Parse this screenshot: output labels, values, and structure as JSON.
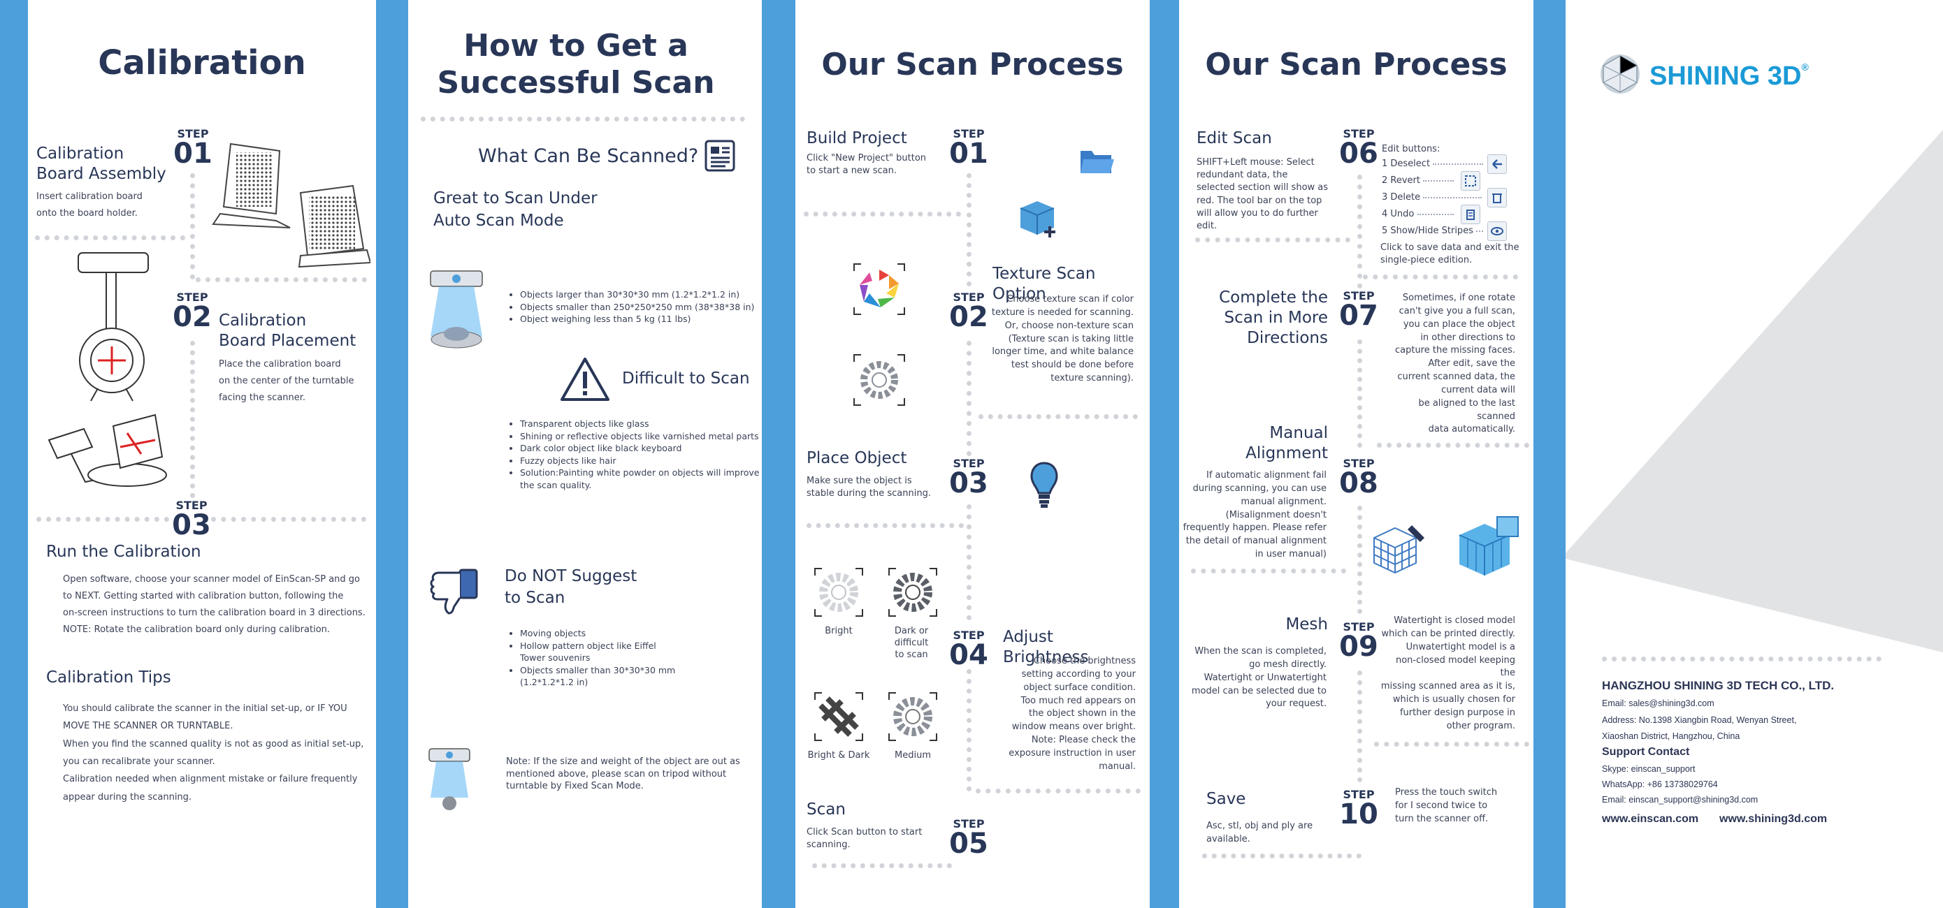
{
  "colors": {
    "band": "#4d9fdb",
    "heading": "#283657",
    "brand": "#1a9ad6"
  },
  "panel1": {
    "title": "Calibration",
    "step01": {
      "label": "STEP",
      "num": "01",
      "heading": "Calibration Board Assembly",
      "text": [
        "Insert calibration board",
        "onto the board holder."
      ]
    },
    "step02": {
      "label": "STEP",
      "num": "02",
      "heading": "Calibration Board Placement",
      "text": [
        "Place the calibration board",
        "on the center of the turntable",
        "facing the scanner."
      ]
    },
    "step03": {
      "label": "STEP",
      "num": "03",
      "heading": "Run the Calibration",
      "text": [
        "Open software, choose your scanner model of EinScan-SP and go",
        "to NEXT. Getting started with calibration button, following the",
        "on-screen instructions to turn the calibration board in 3 directions.",
        "NOTE: Rotate the calibration board only during calibration."
      ]
    },
    "tips": {
      "heading": "Calibration Tips",
      "text": [
        "You should calibrate the scanner in the initial set-up, or IF YOU",
        "MOVE THE SCANNER OR TURNTABLE.",
        "When you find the scanned quality is not as good as initial set-up,",
        "you can recalibrate your scanner.",
        "Calibration needed when alignment mistake or failure frequently",
        "appear during the scanning."
      ]
    }
  },
  "panel2": {
    "title_line1": "How to Get a",
    "title_line2": "Successful Scan",
    "what": {
      "heading": "What Can Be Scanned?",
      "icon": "document-icon"
    },
    "great": {
      "heading_line1": "Great to Scan Under",
      "heading_line2": "Auto Scan Mode",
      "items": [
        "Objects larger than 30*30*30 mm (1.2*1.2*1.2 in)",
        "Objects smaller than 250*250*250 mm (38*38*38 in)",
        "Object weighing less than 5 kg (11 lbs)"
      ]
    },
    "difficult": {
      "heading": "Difficult to Scan",
      "items": [
        "Transparent objects like glass",
        "Shining or reflective objects like varnished metal parts",
        "Dark color object like black keyboard",
        "Fuzzy objects like hair",
        "Solution:Painting white powder on objects will improve the scan quality."
      ]
    },
    "donot": {
      "heading_line1": "Do NOT Suggest",
      "heading_line2": "to Scan",
      "items": [
        "Moving objects",
        "Hollow pattern object like Eiffel Tower souvenirs",
        "Objects smaller than 30*30*30 mm (1.2*1.2*1.2 in)"
      ]
    },
    "note": [
      "Note: If the size and weight of the object are out as",
      "mentioned above, please scan on tripod without",
      "turntable by Fixed Scan Mode."
    ]
  },
  "panel3": {
    "title": "Our Scan Process",
    "step01": {
      "label": "STEP",
      "num": "01",
      "heading": "Build Project",
      "text": [
        "Click \"New Project\" button",
        "to start a new scan."
      ]
    },
    "step02": {
      "label": "STEP",
      "num": "02",
      "heading": "Texture Scan Option",
      "text": [
        "Choose texture scan if color",
        "texture is needed for scanning.",
        "Or, choose non-texture scan",
        "(Texture scan is taking little",
        "longer time, and white balance",
        "test should be done before",
        "texture scanning)."
      ]
    },
    "step03": {
      "label": "STEP",
      "num": "03",
      "heading": "Place Object",
      "text": [
        "Make sure the object is",
        "stable during the scanning."
      ]
    },
    "step04": {
      "label": "STEP",
      "num": "04",
      "heading": "Adjust Brightness",
      "text": [
        "Choose the brightness",
        "setting according to your",
        "object surface condition.",
        "Too much red appears on",
        "the object shown in the",
        "window means over bright.",
        "Note: Please check the",
        "exposure instruction in user",
        "manual."
      ],
      "captions": {
        "bright": "Bright",
        "dark": "Dark or difficult to scan",
        "brightdark": "Bright & Dark",
        "medium": "Medium"
      }
    },
    "step05": {
      "label": "STEP",
      "num": "05",
      "heading": "Scan",
      "text": [
        "Click Scan button to start",
        "scanning."
      ]
    }
  },
  "panel4": {
    "title": "Our Scan Process",
    "step06": {
      "label": "STEP",
      "num": "06",
      "heading": "Edit Scan",
      "text": [
        "SHIFT+Left mouse: Select",
        "redundant data, the",
        "selected section will show as",
        "red. The tool bar on the top",
        "will allow you to do further",
        "edit."
      ],
      "buttons_title": "Edit buttons:",
      "buttons": [
        "1 Deselect",
        "2 Revert",
        "3 Delete",
        "4 Undo",
        "5 Show/Hide Stripes"
      ],
      "after": [
        "Click to save data and exit the",
        "single-piece edition."
      ]
    },
    "step07": {
      "label": "STEP",
      "num": "07",
      "heading_lines": [
        "Complete the",
        "Scan in More",
        "Directions"
      ],
      "text": [
        "Sometimes, if one rotate",
        "can't give you a full scan,",
        "you can place the object",
        "in other directions to",
        "capture the missing faces.",
        "After edit, save the",
        "current scanned data, the",
        "current  data will",
        "be aligned to the last scanned",
        "data automatically."
      ]
    },
    "step08": {
      "label": "STEP",
      "num": "08",
      "heading_lines": [
        "Manual",
        "Alignment"
      ],
      "text": [
        "If automatic alignment fail",
        "during scanning, you can use",
        "manual alignment.",
        "(Misalignment doesn't",
        "frequently happen. Please refer",
        "the detail of manual alignment",
        "in user manual)"
      ]
    },
    "step09": {
      "label": "STEP",
      "num": "09",
      "heading": "Mesh",
      "text_left": [
        "When the scan is completed,",
        "go mesh directly.",
        "Watertight or Unwatertight",
        "model can be selected due to",
        "your request."
      ],
      "text_right": [
        "Watertight is closed model",
        "which can be printed directly.",
        "Unwatertight model is a",
        "non-closed model keeping the",
        "missing scanned area as it is,",
        "which is usually chosen for",
        "further design purpose in",
        "other program."
      ]
    },
    "step10": {
      "label": "STEP",
      "num": "10",
      "heading": "Save",
      "text_left": [
        "Asc, stl, obj and ply are",
        "available."
      ],
      "text_right": [
        "Press the touch switch",
        "for I second twice to",
        "turn the scanner off."
      ]
    }
  },
  "panel5": {
    "logo": "SHINING 3D",
    "logo_mark": "®",
    "company": "HANGZHOU SHINING 3D TECH CO., LTD.",
    "email_line": "Email:   sales@shining3d.com",
    "address_line1": "Address:   No.1398 Xiangbin Road, Wenyan Street,",
    "address_line2": "Xiaoshan District, Hangzhou, China",
    "support_heading": "Support Contact",
    "skype": "Skype:   einscan_support",
    "whatsapp": "WhatsApp:  +86 13738029764",
    "support_email": "Email:   einscan_support@shining3d.com",
    "web1": "www.einscan.com",
    "web2": "www.shining3d.com"
  }
}
